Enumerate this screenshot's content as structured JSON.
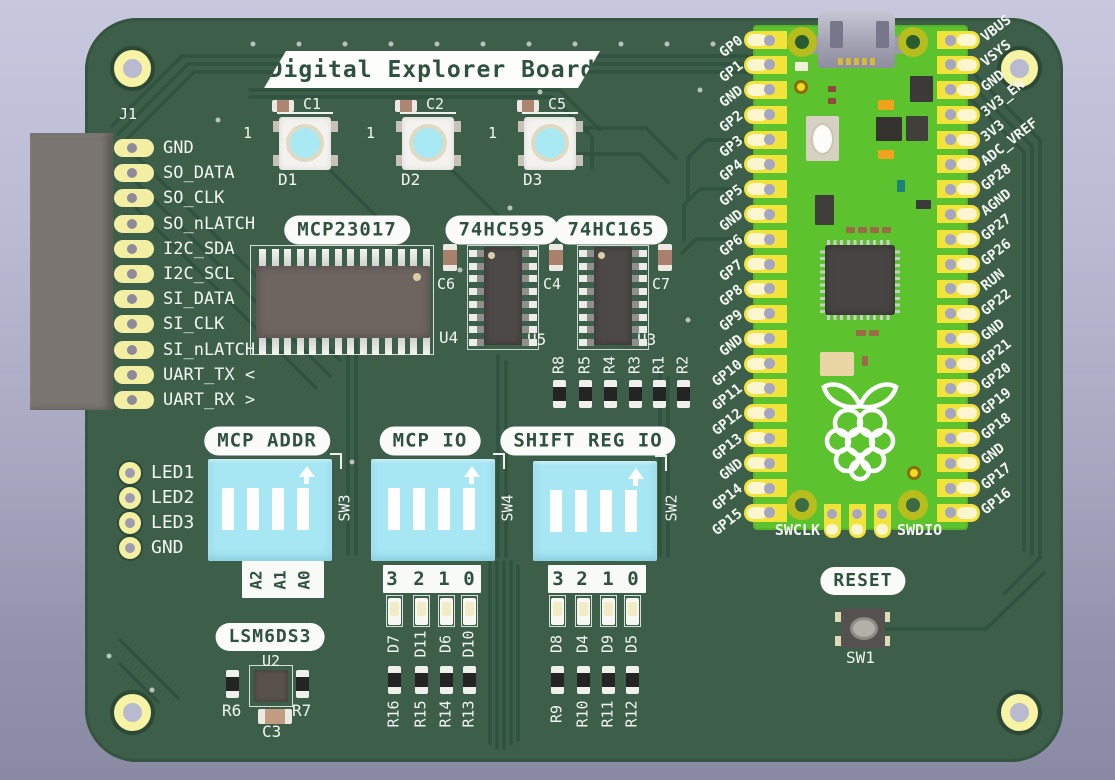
{
  "title": "Digital Explorer Board",
  "j1": {
    "ref": "J1",
    "pins": [
      "GND",
      "SO_DATA",
      "SO_CLK",
      "SO_nLATCH",
      "I2C_SDA",
      "I2C_SCL",
      "SI_DATA",
      "SI_CLK",
      "SI_nLATCH",
      "UART_TX <",
      "UART_RX >"
    ]
  },
  "buttons": {
    "pin1_label": "1",
    "items": [
      {
        "cap": "C1",
        "ref": "D1"
      },
      {
        "cap": "C2",
        "ref": "D2"
      },
      {
        "cap": "C5",
        "ref": "D3"
      }
    ]
  },
  "ics": {
    "mcp23017": {
      "label": "MCP23017",
      "ref": "U4"
    },
    "hc595": {
      "label": "74HC595",
      "ref": "U5"
    },
    "hc165": {
      "label": "74HC165",
      "ref": "U3"
    },
    "caps": [
      "C6",
      "C4",
      "C7"
    ]
  },
  "resistor_row": [
    "R8",
    "R5",
    "R4",
    "R3",
    "R1",
    "R2"
  ],
  "dip_switches": [
    {
      "label": "MCP ADDR",
      "ref": "SW3",
      "values": [
        "A2",
        "A1",
        "A0"
      ]
    },
    {
      "label": "MCP IO",
      "ref": "SW4",
      "values": [
        "3",
        "2",
        "1",
        "0"
      ]
    },
    {
      "label": "SHIFT REG IO",
      "ref": "SW2",
      "values": [
        "3",
        "2",
        "1",
        "0"
      ]
    }
  ],
  "led_header": [
    "LED1",
    "LED2",
    "LED3",
    "GND"
  ],
  "imu": {
    "label": "LSM6DS3",
    "ref": "U2",
    "res_left": "R6",
    "res_right": "R7",
    "cap": "C3"
  },
  "led_columns": [
    {
      "leds": [
        "D7",
        "D11",
        "D6",
        "D10"
      ],
      "resistors": [
        "R16",
        "R15",
        "R14",
        "R13"
      ]
    },
    {
      "leds": [
        "D8",
        "D4",
        "D9",
        "D5"
      ],
      "resistors": [
        "R9",
        "R10",
        "R11",
        "R12"
      ]
    }
  ],
  "pico": {
    "left_pins": [
      "GP0",
      "GP1",
      "GND",
      "GP2",
      "GP3",
      "GP4",
      "GP5",
      "GND",
      "GP6",
      "GP7",
      "GP8",
      "GP9",
      "GND",
      "GP10",
      "GP11",
      "GP12",
      "GP13",
      "GND",
      "GP14",
      "GP15"
    ],
    "right_pins": [
      "VBUS",
      "VSYS",
      "GND",
      "3V3_EN",
      "3V3",
      "ADC_VREF",
      "GP28",
      "AGND",
      "GP27",
      "GP26",
      "RUN",
      "GP22",
      "GND",
      "GP21",
      "GP20",
      "GP19",
      "GP18",
      "GND",
      "GP17",
      "GP16"
    ],
    "debug_left": "SWCLK",
    "debug_right": "SWDIO"
  },
  "reset": {
    "label": "RESET",
    "ref": "SW1"
  },
  "colors": {
    "board_green": "#3d5f4a",
    "trace_green": "#30533f",
    "silkscreen": "#f2f5f0",
    "pad_yellow": "#f2efa2",
    "pico_green": "#5cc32e",
    "pico_pad_yellow": "#f2e33b",
    "switch_body_cyan": "#a7e7f4",
    "button_cap_cyan": "#a9e9f4"
  }
}
